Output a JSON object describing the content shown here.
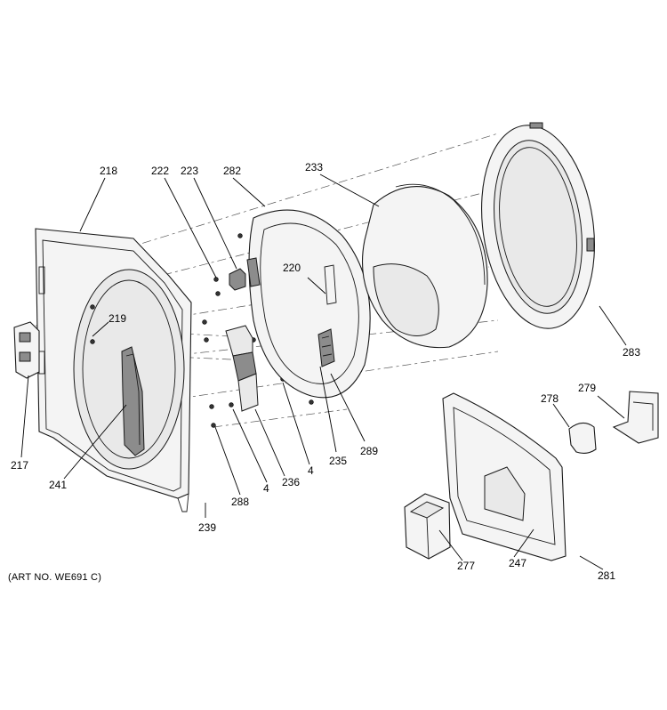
{
  "callouts": {
    "c218": "218",
    "c222": "222",
    "c223": "223",
    "c282": "282",
    "c233": "233",
    "c220": "220",
    "c219": "219",
    "c283": "283",
    "c278": "278",
    "c279": "279",
    "c217": "217",
    "c241": "241",
    "c288": "288",
    "c4a": "4",
    "c236": "236",
    "c4b": "4",
    "c235": "235",
    "c289": "289",
    "c239": "239",
    "c277": "277",
    "c247": "247",
    "c281": "281"
  },
  "caption": "(ART NO. WE691 C)"
}
